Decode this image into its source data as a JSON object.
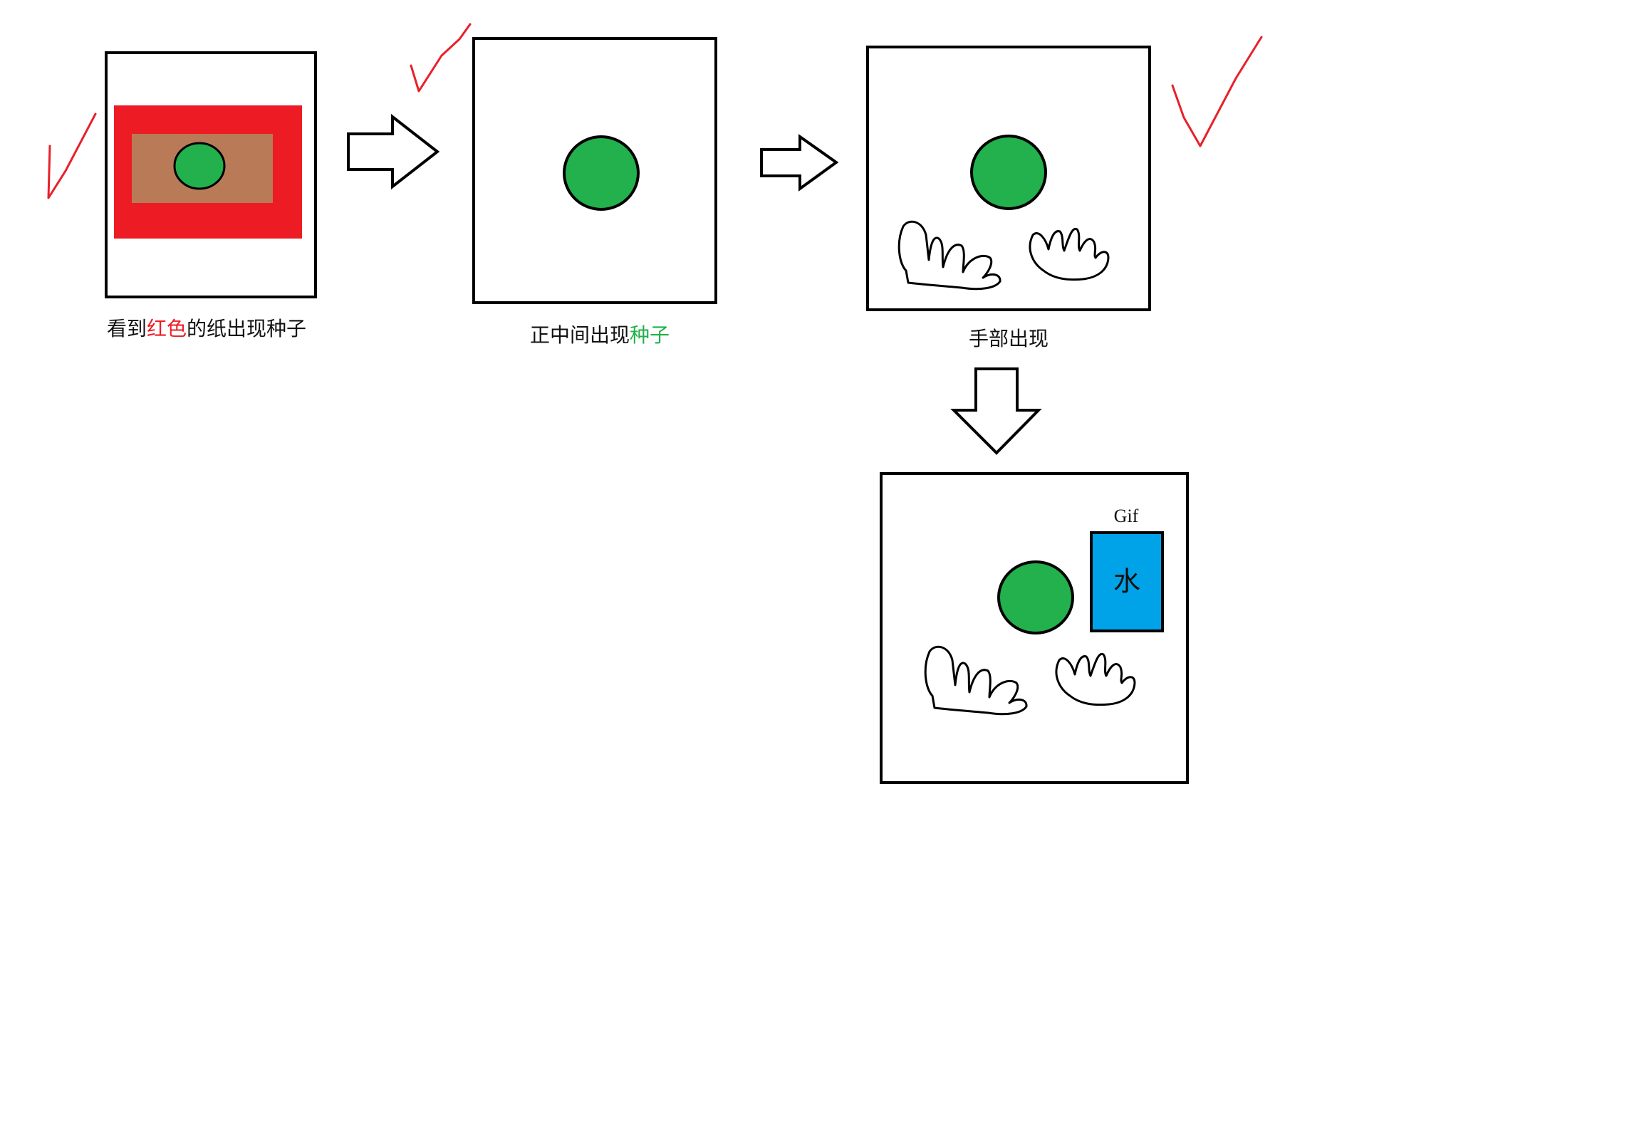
{
  "colors": {
    "check": "#e8202a",
    "red_paper": "#ed1c24",
    "brown": "#b97a57",
    "seed_green": "#22b14c",
    "water_blue": "#00a2e8",
    "outline": "#000000"
  },
  "steps": [
    {
      "label_parts": [
        {
          "text": "看到",
          "color": "#222222"
        },
        {
          "text": "红色",
          "color": "#ed1c24"
        },
        {
          "text": "的纸出现种子",
          "color": "#222222"
        }
      ]
    },
    {
      "label_parts": [
        {
          "text": "正中间出现",
          "color": "#222222"
        },
        {
          "text": "种子",
          "color": "#22b14c"
        }
      ]
    },
    {
      "label_parts": [
        {
          "text": "手部出现",
          "color": "#222222"
        }
      ]
    },
    {
      "gif_label": "Gif",
      "water_label": "水"
    }
  ],
  "icons": [
    "check-mark-icon",
    "right-arrow-icon",
    "down-arrow-icon",
    "hand-icon",
    "seed-circle-icon"
  ]
}
